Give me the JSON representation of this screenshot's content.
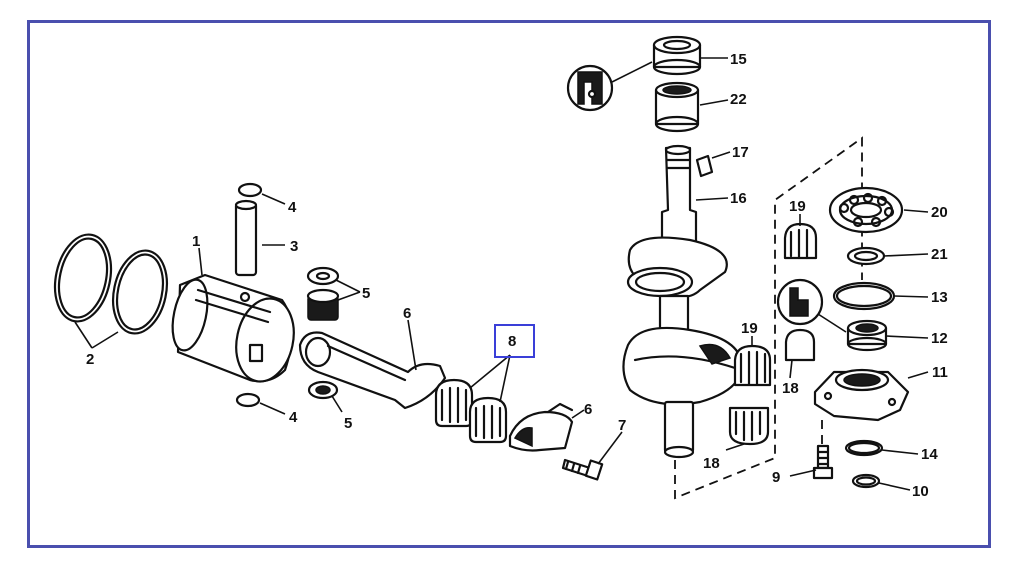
{
  "diagram": {
    "border_color": "#4a4fae",
    "highlight_color": "#3a3fd8",
    "highlighted_callout": "8",
    "callouts": {
      "c1": "1",
      "c2": "2",
      "c3": "3",
      "c4a": "4",
      "c4b": "4",
      "c5a": "5",
      "c5b": "5",
      "c6a": "6",
      "c6b": "6",
      "c7": "7",
      "c8": "8",
      "c9": "9",
      "c10": "10",
      "c11": "11",
      "c12": "12",
      "c13": "13",
      "c14": "14",
      "c15": "15",
      "c16": "16",
      "c17": "17",
      "c18a": "18",
      "c18b": "18",
      "c19a": "19",
      "c19b": "19",
      "c20": "20",
      "c21": "21",
      "c22": "22"
    }
  }
}
